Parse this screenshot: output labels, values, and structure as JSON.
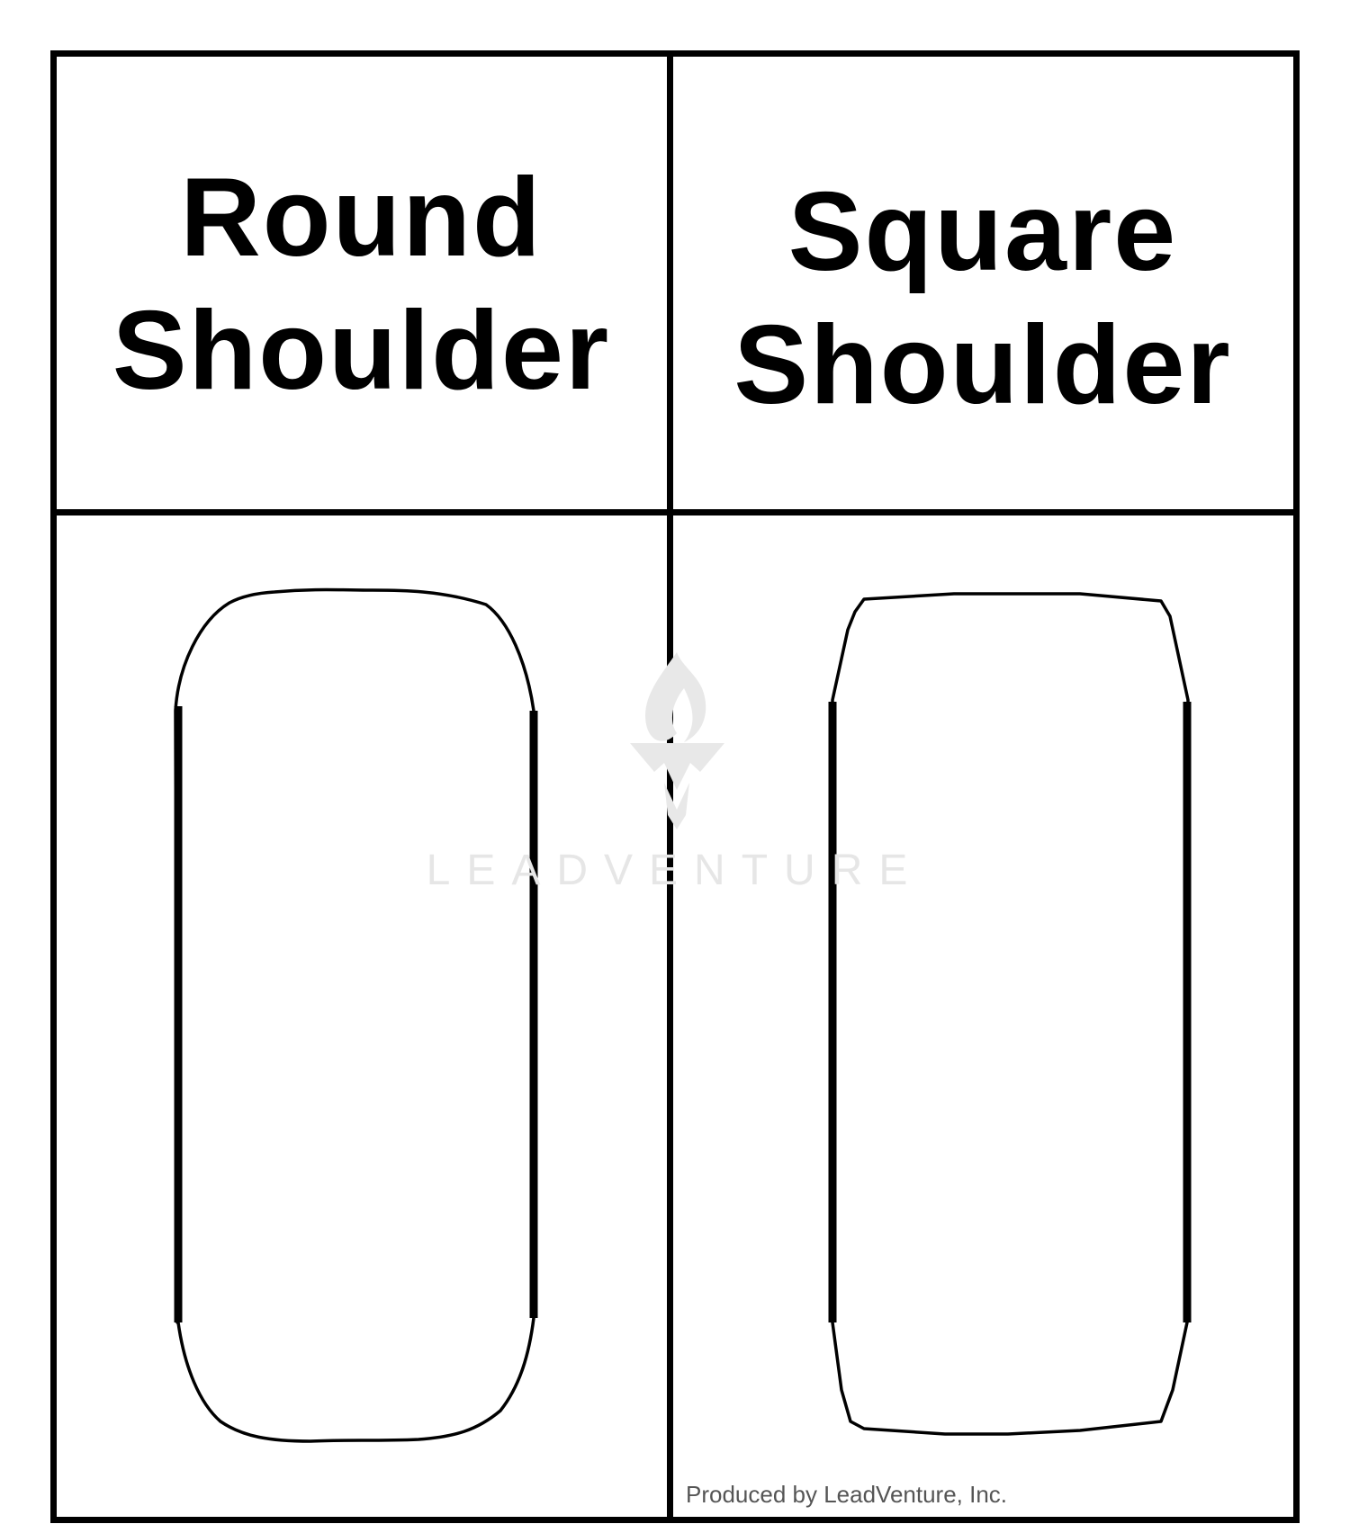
{
  "columns": [
    {
      "heading_line1": "Round",
      "heading_line2": "Shoulder"
    },
    {
      "heading_line1": "Square",
      "heading_line2": "Shoulder"
    }
  ],
  "watermark": {
    "text": "LEADVENTURE"
  },
  "credit": "Produced by LeadVenture, Inc.",
  "colors": {
    "lines": "#000000",
    "background": "#ffffff",
    "watermark": "#e6e6e6"
  },
  "icons": [
    "flame-logo-icon",
    "round-shoulder-tire-icon",
    "square-shoulder-tire-icon"
  ]
}
